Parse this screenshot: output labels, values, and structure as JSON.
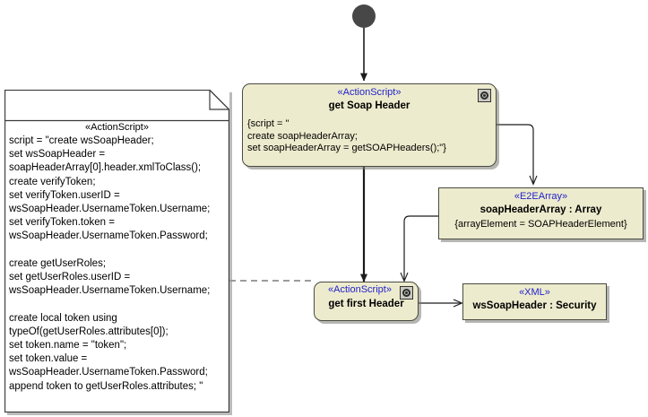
{
  "diagram": {
    "type": "uml-activity-diagram",
    "title": "get Soap Header activity"
  },
  "initial_node": {
    "name": "initial-node",
    "color": "#474747"
  },
  "note": {
    "stereotype": "«ActionScript»",
    "text": "script = \"create wsSoapHeader;\nset wsSoapHeader =\nsoapHeaderArray[0].header.xmlToClass();\ncreate verifyToken;\nset verifyToken.userID =\nwsSoapHeader.UsernameToken.Username;\nset verifyToken.token =\nwsSoapHeader.UsernameToken.Password;\n\ncreate getUserRoles;\nset getUserRoles.userID =\nwsSoapHeader.UsernameToken.Username;\n\ncreate local token using\ntypeOf(getUserRoles.attributes[0]);\nset token.name = \"token\";\nset token.value =\nwsSoapHeader.UsernameToken.Password;\nappend token to getUserRoles.attributes; \""
  },
  "nodes": [
    {
      "id": "get-soap-header",
      "stereotype": "«ActionScript»",
      "name": "get Soap Header",
      "body": "{script = \"\ncreate soapHeaderArray;\nset soapHeaderArray = getSOAPHeaders();\"}",
      "icon": "script-icon",
      "fill": "#EDEBCD",
      "stereotype_color": "#2222CC"
    },
    {
      "id": "soap-header-array",
      "stereotype": "«E2EArray»",
      "name": "soapHeaderArray : Array",
      "body": "{arrayElement = SOAPHeaderElement}",
      "icon": null,
      "fill": "#EDEBCD",
      "stereotype_color": "#2222CC"
    },
    {
      "id": "get-first-header",
      "stereotype": "«ActionScript»",
      "name": "get first Header",
      "body": "",
      "icon": "script-icon",
      "fill": "#EDEBCD",
      "stereotype_color": "#2222CC"
    },
    {
      "id": "ws-soap-header",
      "stereotype": "«XML»",
      "name": "wsSoapHeader : Security",
      "body": "",
      "icon": null,
      "fill": "#EDEBCD",
      "stereotype_color": "#2222CC"
    }
  ],
  "edges": [
    {
      "from": "initial-node",
      "to": "get-soap-header",
      "style": "solid-arrow"
    },
    {
      "from": "get-soap-header",
      "to": "soap-header-array",
      "style": "solid-arrow"
    },
    {
      "from": "get-soap-header",
      "to": "get-first-header",
      "style": "solid-arrow"
    },
    {
      "from": "soap-header-array",
      "to": "get-first-header",
      "style": "solid-arrow"
    },
    {
      "from": "get-first-header",
      "to": "ws-soap-header",
      "style": "solid-arrow"
    },
    {
      "from": "note",
      "to": "get-first-header",
      "style": "dashed-link"
    }
  ]
}
